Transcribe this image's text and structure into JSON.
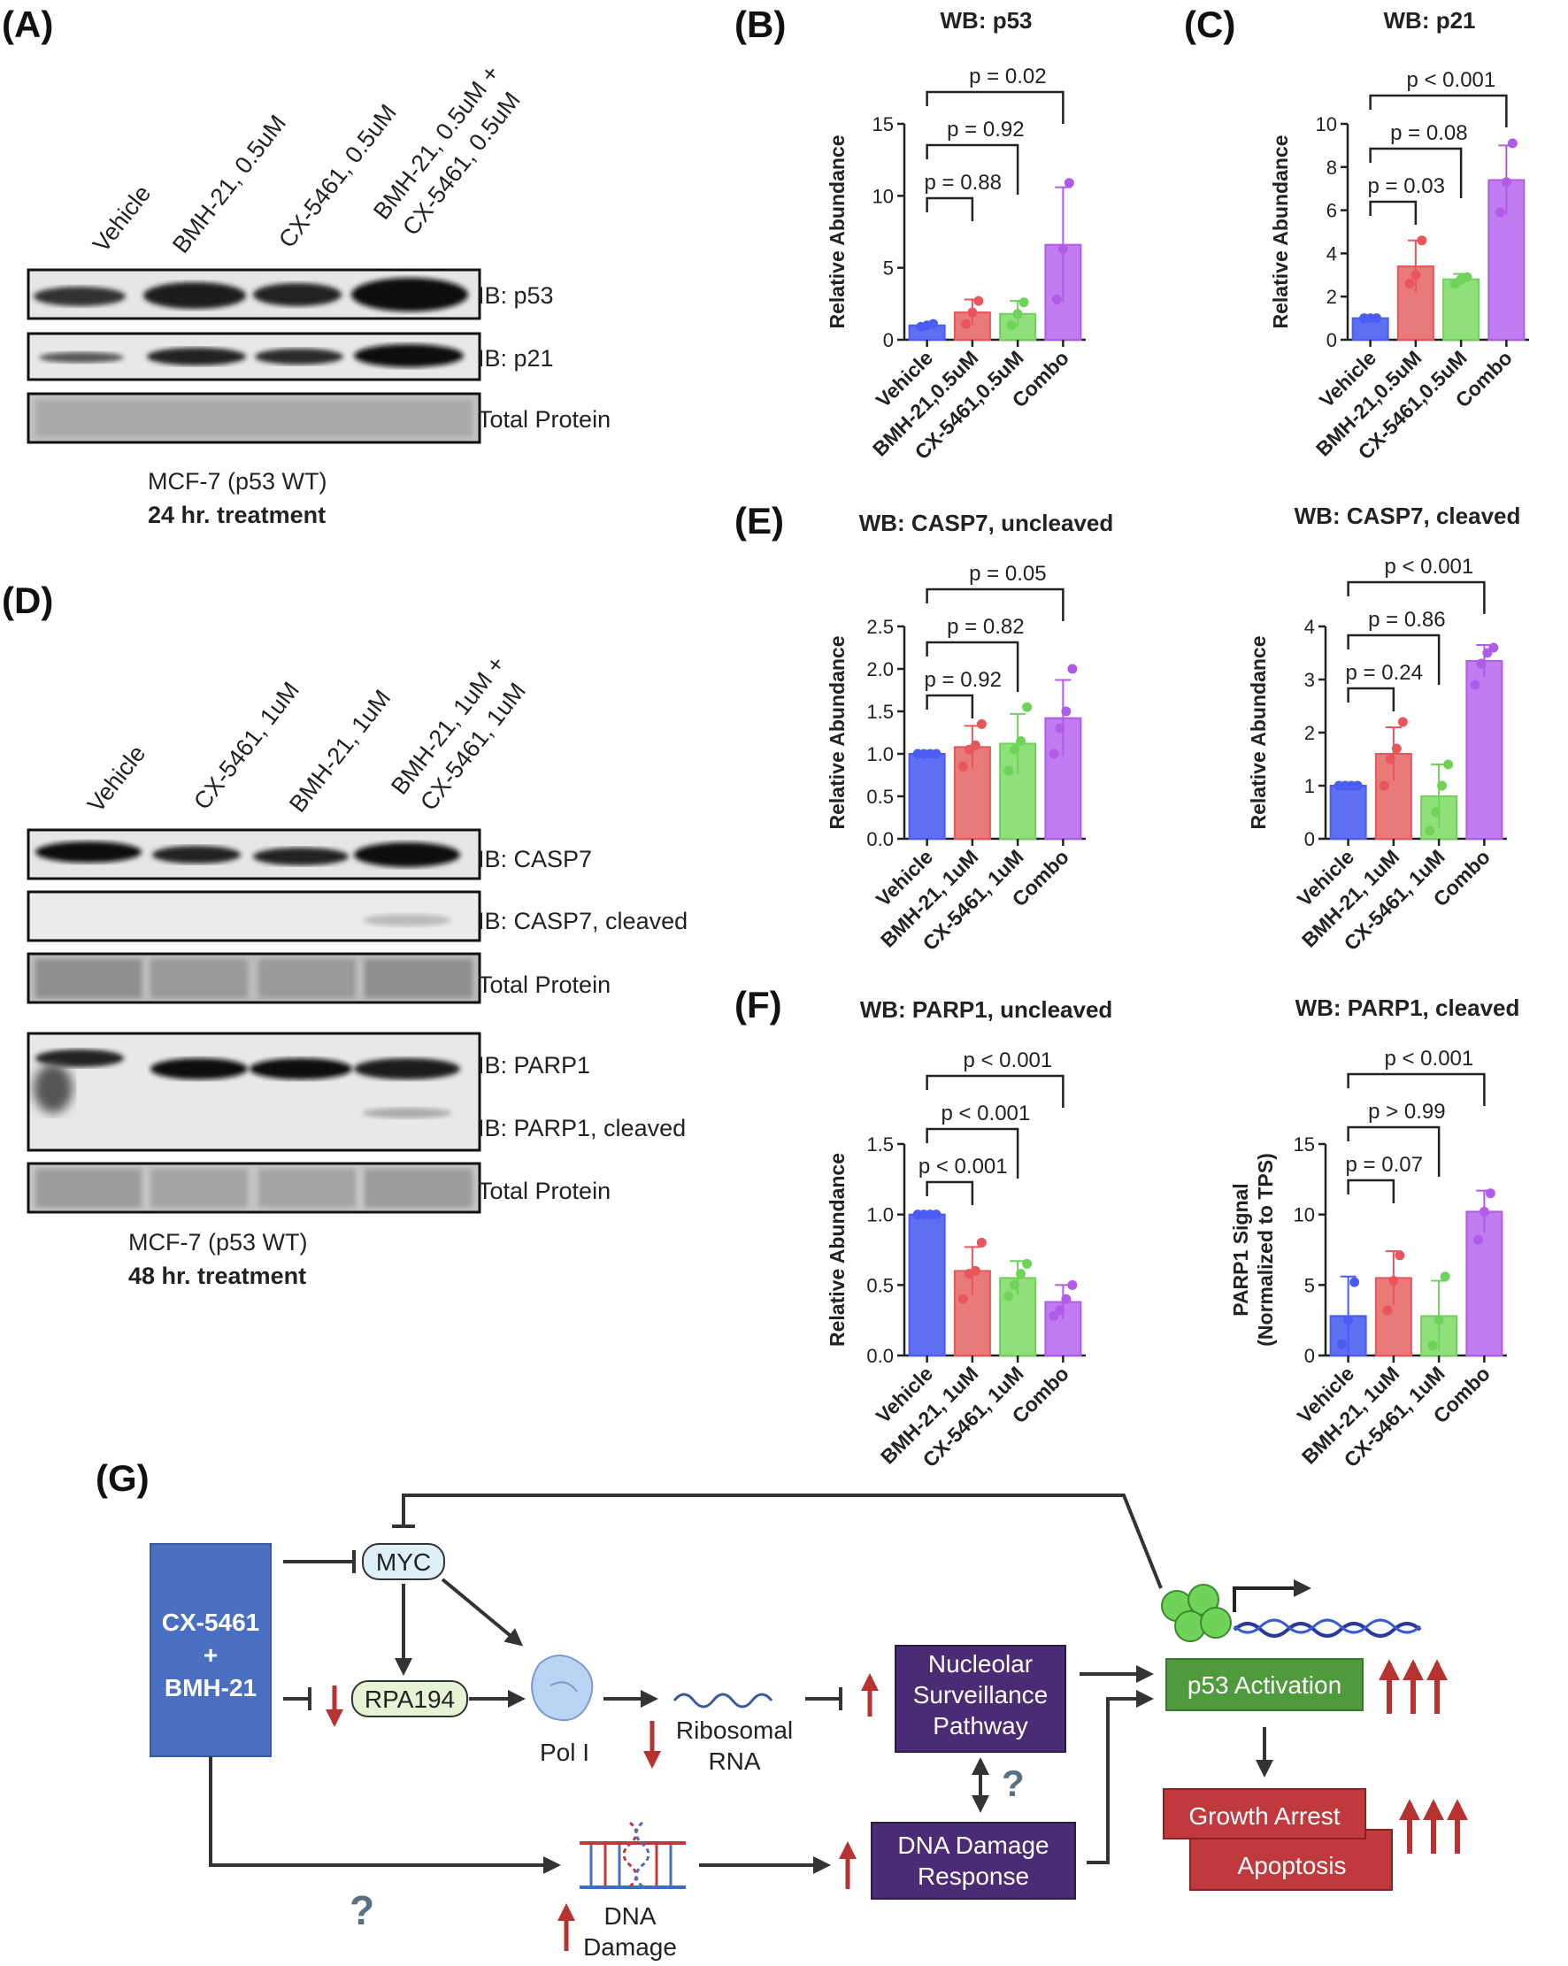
{
  "colors": {
    "vehicle": "#4a5cf2",
    "bmh": "#e8565b",
    "cx": "#6fd35a",
    "combo": "#b05ce8",
    "drug_box": "#4a6fc1",
    "purple_box": "#4b2b73",
    "green_box": "#4e9a3c",
    "red_box": "#c0393d",
    "arrow_red": "#b83232"
  },
  "panelA": {
    "label": "(A)",
    "lanes": [
      "Vehicle",
      "BMH-21, 0.5uM",
      "CX-5461, 0.5uM",
      "BMH-21, 0.5uM +",
      "CX-5461, 0.5uM"
    ],
    "blots": [
      "IB: p53",
      "IB: p21",
      "Total Protein"
    ],
    "caption": "MCF-7 (p53 WT)",
    "caption_bold": "24 hr. treatment"
  },
  "panelD": {
    "label": "(D)",
    "lanes": [
      "Vehicle",
      "CX-5461, 1uM",
      "BMH-21, 1uM",
      "BMH-21, 1uM +",
      "CX-5461, 1uM"
    ],
    "blots": [
      "IB: CASP7",
      "IB: CASP7, cleaved",
      "Total Protein",
      "IB: PARP1",
      "IB: PARP1, cleaved",
      "Total Protein"
    ],
    "caption": "MCF-7 (p53 WT)",
    "caption_bold": "48 hr. treatment"
  },
  "panelE_label": "(E)",
  "panelF_label": "(F)",
  "panelB_label": "(B)",
  "panelC_label": "(C)",
  "chart_data": [
    {
      "type": "bar",
      "id": "B",
      "title": "WB: p53",
      "ylabel": "Relative Abundance",
      "ylim": [
        0,
        15
      ],
      "yticks": [
        "0",
        "5",
        "10",
        "15"
      ],
      "yvals": [
        0,
        5,
        10,
        15
      ],
      "categories": [
        "Vehicle",
        "BMH-21,0.5uM",
        "CX-5461,0.5uM",
        "Combo"
      ],
      "values": [
        1,
        1.9,
        1.8,
        6.6
      ],
      "err": [
        0.1,
        0.9,
        0.9,
        4.0
      ],
      "points": [
        [
          0.9,
          1,
          1.1
        ],
        [
          1.1,
          1.9,
          2.7
        ],
        [
          1.0,
          1.8,
          2.6
        ],
        [
          2.8,
          6.3,
          10.9
        ]
      ],
      "pvals": [
        {
          "text": "p = 0.88",
          "to": 1
        },
        {
          "text": "p = 0.92",
          "to": 2
        },
        {
          "text": "p = 0.02",
          "to": 3
        }
      ]
    },
    {
      "type": "bar",
      "id": "C",
      "title": "WB: p21",
      "ylabel": "Relative Abundance",
      "ylim": [
        0,
        10
      ],
      "yticks": [
        "0",
        "2",
        "4",
        "6",
        "8",
        "10"
      ],
      "yvals": [
        0,
        2,
        4,
        6,
        8,
        10
      ],
      "categories": [
        "Vehicle",
        "BMH-21,0.5uM",
        "CX-5461,0.5uM",
        "Combo"
      ],
      "values": [
        1,
        3.4,
        2.8,
        7.4
      ],
      "err": [
        0.05,
        1.2,
        0.25,
        1.6
      ],
      "points": [
        [
          1,
          1,
          1
        ],
        [
          2.6,
          3.0,
          4.6
        ],
        [
          2.6,
          2.8,
          2.9
        ],
        [
          5.9,
          7.3,
          9.1
        ]
      ],
      "pvals": [
        {
          "text": "p = 0.03",
          "to": 1
        },
        {
          "text": "p = 0.08",
          "to": 2
        },
        {
          "text": "p < 0.001",
          "to": 3
        }
      ]
    },
    {
      "type": "bar",
      "id": "E1",
      "title": "WB: CASP7, uncleaved",
      "ylabel": "Relative Abundance",
      "ylim": [
        0,
        2.5
      ],
      "yticks": [
        "0.0",
        "0.5",
        "1.0",
        "1.5",
        "2.0",
        "2.5"
      ],
      "yvals": [
        0,
        0.5,
        1,
        1.5,
        2,
        2.5
      ],
      "categories": [
        "Vehicle",
        "BMH-21, 1uM",
        "CX-5461, 1uM",
        "Combo"
      ],
      "values": [
        1,
        1.08,
        1.12,
        1.42
      ],
      "err": [
        0.01,
        0.25,
        0.35,
        0.45
      ],
      "points": [
        [
          1,
          1,
          1,
          1
        ],
        [
          0.85,
          1.05,
          1.1,
          1.35
        ],
        [
          0.8,
          1.05,
          1.15,
          1.55
        ],
        [
          1.0,
          1.3,
          1.5,
          2.0
        ]
      ],
      "pvals": [
        {
          "text": "p = 0.92",
          "to": 1
        },
        {
          "text": "p = 0.82",
          "to": 2
        },
        {
          "text": "p = 0.05",
          "to": 3
        }
      ]
    },
    {
      "type": "bar",
      "id": "E2",
      "title": "WB: CASP7, cleaved",
      "ylabel": "Relative Abundance",
      "ylim": [
        0,
        4
      ],
      "yticks": [
        "0",
        "1",
        "2",
        "3",
        "4"
      ],
      "yvals": [
        0,
        1,
        2,
        3,
        4
      ],
      "categories": [
        "Vehicle",
        "BMH-21, 1uM",
        "CX-5461, 1uM",
        "Combo"
      ],
      "values": [
        1,
        1.6,
        0.8,
        3.35
      ],
      "err": [
        0.01,
        0.5,
        0.6,
        0.3
      ],
      "points": [
        [
          1,
          1,
          1,
          1
        ],
        [
          1.0,
          1.5,
          1.7,
          2.2
        ],
        [
          0.15,
          0.5,
          1.0,
          1.4
        ],
        [
          2.9,
          3.3,
          3.5,
          3.6
        ]
      ],
      "pvals": [
        {
          "text": "p = 0.24",
          "to": 1
        },
        {
          "text": "p = 0.86",
          "to": 2
        },
        {
          "text": "p < 0.001",
          "to": 3
        }
      ]
    },
    {
      "type": "bar",
      "id": "F1",
      "title": "WB: PARP1, uncleaved",
      "ylabel": "Relative Abundance",
      "ylim": [
        0,
        1.5
      ],
      "yticks": [
        "0.0",
        "0.5",
        "1.0",
        "1.5"
      ],
      "yvals": [
        0,
        0.5,
        1,
        1.5
      ],
      "categories": [
        "Vehicle",
        "BMH-21, 1uM",
        "CX-5461, 1uM",
        "Combo"
      ],
      "values": [
        1,
        0.6,
        0.55,
        0.38
      ],
      "err": [
        0.01,
        0.17,
        0.12,
        0.12
      ],
      "points": [
        [
          1,
          1,
          1,
          1
        ],
        [
          0.4,
          0.58,
          0.6,
          0.8
        ],
        [
          0.42,
          0.5,
          0.58,
          0.65
        ],
        [
          0.28,
          0.32,
          0.4,
          0.5
        ]
      ],
      "pvals": [
        {
          "text": "p < 0.001",
          "to": 1
        },
        {
          "text": "p < 0.001",
          "to": 2
        },
        {
          "text": "p < 0.001",
          "to": 3
        }
      ]
    },
    {
      "type": "bar",
      "id": "F2",
      "title": "WB: PARP1, cleaved",
      "ylabel": "PARP1 Signal",
      "ylabel2": "(Normalized to TPS)",
      "ylim": [
        0,
        15
      ],
      "yticks": [
        "0",
        "5",
        "10",
        "15"
      ],
      "yvals": [
        0,
        5,
        10,
        15
      ],
      "categories": [
        "Vehicle",
        "BMH-21, 1uM",
        "CX-5461, 1uM",
        "Combo"
      ],
      "values": [
        2.8,
        5.5,
        2.8,
        10.2
      ],
      "err": [
        2.8,
        1.9,
        2.5,
        1.5
      ],
      "points": [
        [
          0.8,
          2.5,
          5.2
        ],
        [
          3.2,
          5.3,
          7.1
        ],
        [
          0.7,
          2.5,
          5.6
        ],
        [
          8.2,
          10.2,
          11.5
        ]
      ],
      "pvals": [
        {
          "text": "p = 0.07",
          "to": 1
        },
        {
          "text": "p > 0.99",
          "to": 2
        },
        {
          "text": "p < 0.001",
          "to": 3
        }
      ]
    }
  ],
  "panelG": {
    "label": "(G)",
    "drug_line1": "CX-5461",
    "drug_plus": "+",
    "drug_line2": "BMH-21",
    "myc": "MYC",
    "rpa": "RPA194",
    "poli": "Pol I",
    "rrna1": "Ribosomal",
    "rrna2": "RNA",
    "nsp1": "Nucleolar",
    "nsp2": "Surveillance",
    "nsp3": "Pathway",
    "ddr1": "DNA Damage",
    "ddr2": "Response",
    "p53act": "p53 Activation",
    "growth": "Growth Arrest",
    "apop": "Apoptosis",
    "dna1": "DNA",
    "dna2": "Damage",
    "q": "?"
  }
}
